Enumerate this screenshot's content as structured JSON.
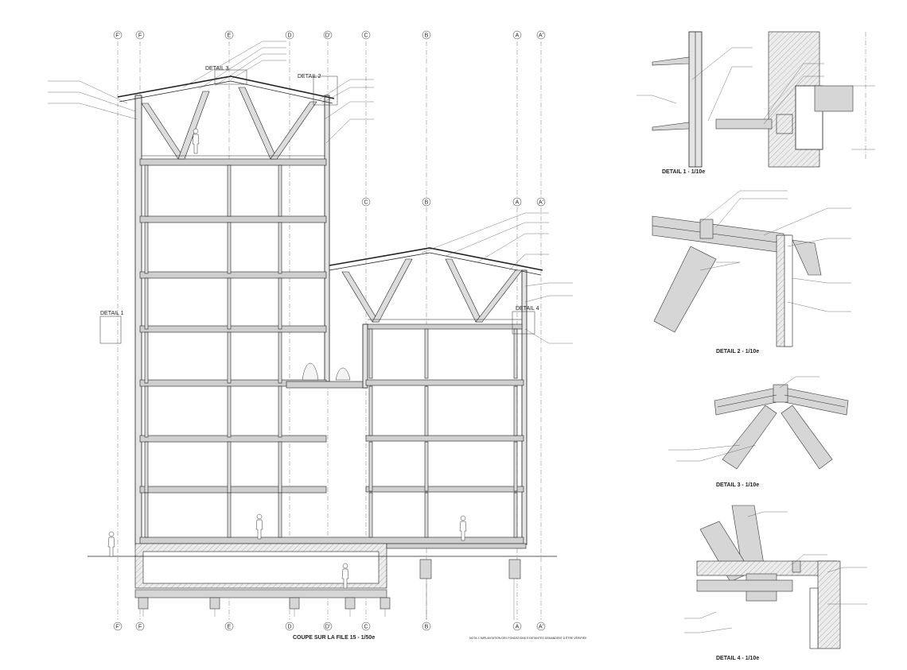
{
  "section": {
    "title": "COUPE SUR LA FILE 15 - 1/50e",
    "note": "NOTA: L'IMPLANTATION DES FONDATIONS EXISTANTES DEMANDENT À ÊTRE VÉRIFIÉE",
    "grid_axes": [
      "F'",
      "F",
      "E",
      "D",
      "D'",
      "C",
      "B",
      "A",
      "A'"
    ],
    "detail_tags": [
      "DETAIL 3",
      "DETAIL 2",
      "DETAIL 1",
      "DETAIL 4"
    ]
  },
  "details": [
    {
      "title": "DETAIL 1 - 1/10e"
    },
    {
      "title": "DETAIL 2 - 1/10e"
    },
    {
      "title": "DETAIL 3 - 1/10e"
    },
    {
      "title": "DETAIL 4 - 1/10e"
    }
  ],
  "colors": {
    "line": "#222222",
    "fill": "#d6d6d6",
    "background": "#ffffff"
  }
}
